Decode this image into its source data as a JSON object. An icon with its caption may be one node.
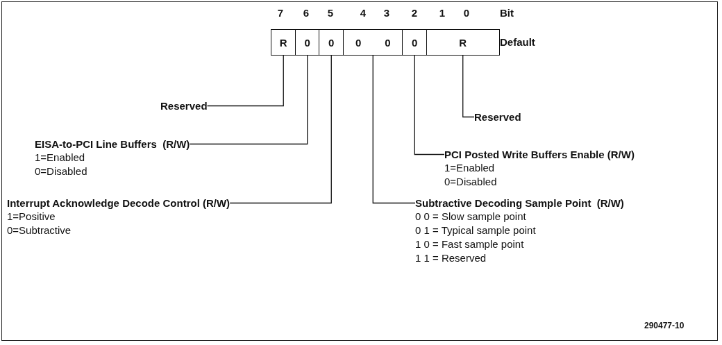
{
  "diagram": {
    "nodes": [
      {
        "text": [
          "R"
        ]
      },
      {
        "text": [
          "0"
        ]
      },
      {
        "text": [
          "0"
        ]
      },
      {
        "text": [
          "0",
          "0"
        ]
      },
      {
        "text": [
          "0"
        ]
      },
      {
        "text": [
          "R"
        ]
      },
      {
        "text": [
          "Reserved"
        ]
      },
      {
        "text": [
          "Reserved"
        ]
      },
      {
        "text": [
          "EISA-to-PCI Line Buffers  (R/W)",
          "1=Enabled",
          "0=Disabled"
        ]
      },
      {
        "text": [
          "PCI Posted Write Buffers Enable (R/W)",
          "1=Enabled",
          "0=Disabled"
        ]
      },
      {
        "text": [
          "Interrupt Acknowledge Decode Control (R/W)",
          "1=Positive",
          "0=Subtractive"
        ]
      },
      {
        "text": [
          "Subtractive Decoding Sample Point  (R/W)",
          "0 0 = Slow sample point",
          "0 1 = Typical sample point",
          "1 0 = Fast sample point",
          "1 1 = Reserved"
        ]
      }
    ],
    "edges": [
      {
        "from": 6,
        "to": 0,
        "arrow": "none"
      },
      {
        "from": 7,
        "to": 5,
        "arrow": "none"
      },
      {
        "from": 8,
        "to": 1,
        "arrow": "none"
      },
      {
        "from": 9,
        "to": 4,
        "arrow": "none"
      },
      {
        "from": 10,
        "to": 2,
        "arrow": "none"
      },
      {
        "from": 11,
        "to": 3,
        "arrow": "none"
      }
    ],
    "labels": [
      "7",
      "6",
      "5",
      "4",
      "3",
      "2",
      "1",
      "0",
      "Bit",
      "Default",
      "290477-10"
    ]
  }
}
